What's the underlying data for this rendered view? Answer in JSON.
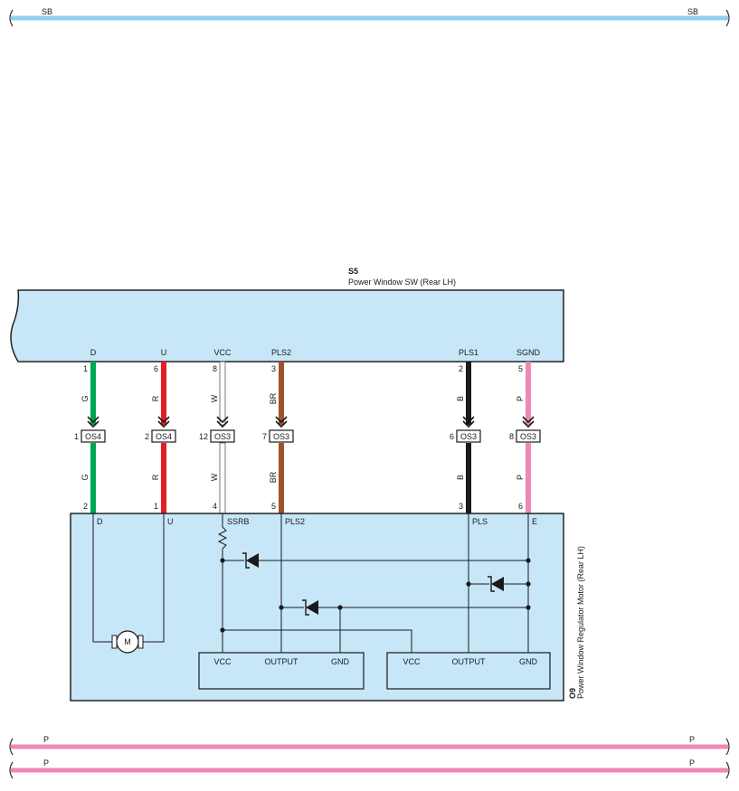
{
  "buses": {
    "top": {
      "left_label": "SB",
      "right_label": "SB",
      "color": "#8ecfee"
    },
    "bottom1": {
      "left_label": "P",
      "right_label": "P",
      "color": "#ef87b8"
    },
    "bottom2": {
      "left_label": "P",
      "right_label": "P",
      "color": "#ef87b8"
    }
  },
  "switch": {
    "code": "S5",
    "name": "Power Window SW (Rear LH)",
    "fill": "#c7e7f8"
  },
  "motor": {
    "code": "O9",
    "name": "Power Window Regulator Motor (Rear LH)",
    "fill": "#c7e7f8",
    "motor_symbol": "M",
    "resistor_label": "SSRB",
    "ic1": {
      "vcc": "VCC",
      "output": "OUTPUT",
      "gnd": "GND"
    },
    "ic2": {
      "vcc": "VCC",
      "output": "OUTPUT",
      "gnd": "GND"
    }
  },
  "wires": [
    {
      "sw_term": "D",
      "sw_pin": "1",
      "color_code": "G",
      "conn": "OS4",
      "conn_pin": "1",
      "mtr_pin": "2",
      "mtr_term": "D",
      "color": "#00a651"
    },
    {
      "sw_term": "U",
      "sw_pin": "6",
      "color_code": "R",
      "conn": "OS4",
      "conn_pin": "2",
      "mtr_pin": "1",
      "mtr_term": "U",
      "color": "#e31e24"
    },
    {
      "sw_term": "VCC",
      "sw_pin": "8",
      "color_code": "W",
      "conn": "OS3",
      "conn_pin": "12",
      "mtr_pin": "4",
      "mtr_term": "SSRB",
      "color": "#ffffff"
    },
    {
      "sw_term": "PLS2",
      "sw_pin": "3",
      "color_code": "BR",
      "conn": "OS3",
      "conn_pin": "7",
      "mtr_pin": "5",
      "mtr_term": "PLS2",
      "color": "#a0522d"
    },
    {
      "sw_term": "PLS1",
      "sw_pin": "2",
      "color_code": "B",
      "conn": "OS3",
      "conn_pin": "6",
      "mtr_pin": "3",
      "mtr_term": "PLS",
      "color": "#1a1a1a"
    },
    {
      "sw_term": "SGND",
      "sw_pin": "5",
      "color_code": "P",
      "conn": "OS3",
      "conn_pin": "8",
      "mtr_pin": "6",
      "mtr_term": "E",
      "color": "#ef87b8"
    }
  ]
}
